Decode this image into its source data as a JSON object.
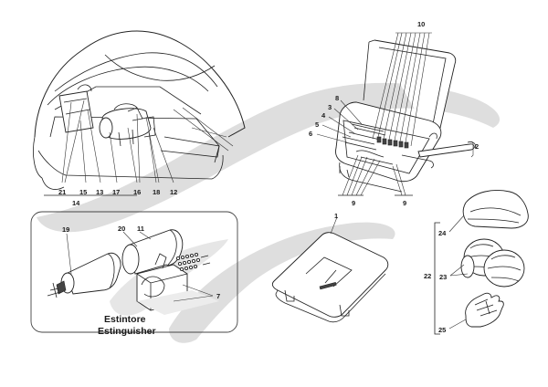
{
  "labels": {
    "l1": "1",
    "l2": "2",
    "l3": "3",
    "l4": "4",
    "l5": "5",
    "l6": "6",
    "l7": "7",
    "l8": "8",
    "l9a": "9",
    "l9b": "9",
    "l10": "10",
    "l11": "11",
    "l12": "12",
    "l13": "13",
    "l14": "14",
    "l15": "15",
    "l16": "16",
    "l17": "17",
    "l18": "18",
    "l19": "19",
    "l20": "20",
    "l21": "21",
    "l22": "22",
    "l23": "23",
    "l24": "24",
    "l25": "25"
  },
  "caption": {
    "line1": "Estintore",
    "line2": "Estinguisher"
  },
  "colors": {
    "swirl": "#dedede",
    "stroke": "#222222"
  }
}
